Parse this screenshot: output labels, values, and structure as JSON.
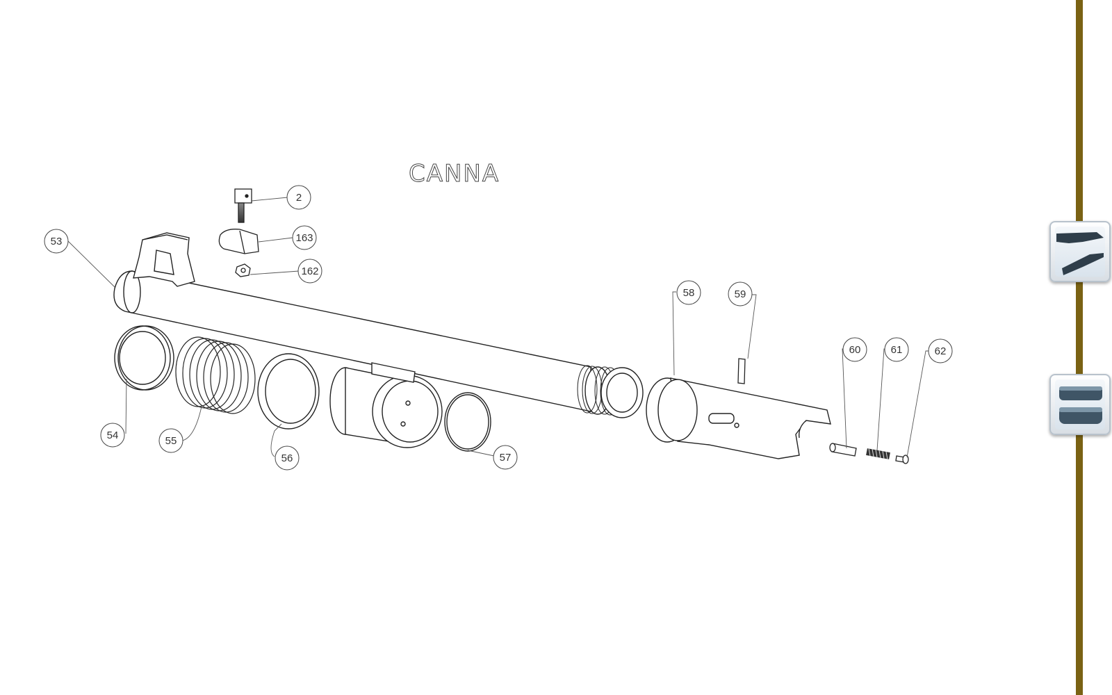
{
  "diagram": {
    "title": "CANNA",
    "callouts": [
      "2",
      "163",
      "162",
      "53",
      "58",
      "59",
      "60",
      "61",
      "62",
      "54",
      "55",
      "56",
      "57"
    ]
  },
  "sidebar": {
    "rail_color": "#7a6214",
    "buttons": [
      {
        "icon": "shotgun-stock-icon"
      },
      {
        "icon": "barrel-parts-icon"
      }
    ]
  }
}
